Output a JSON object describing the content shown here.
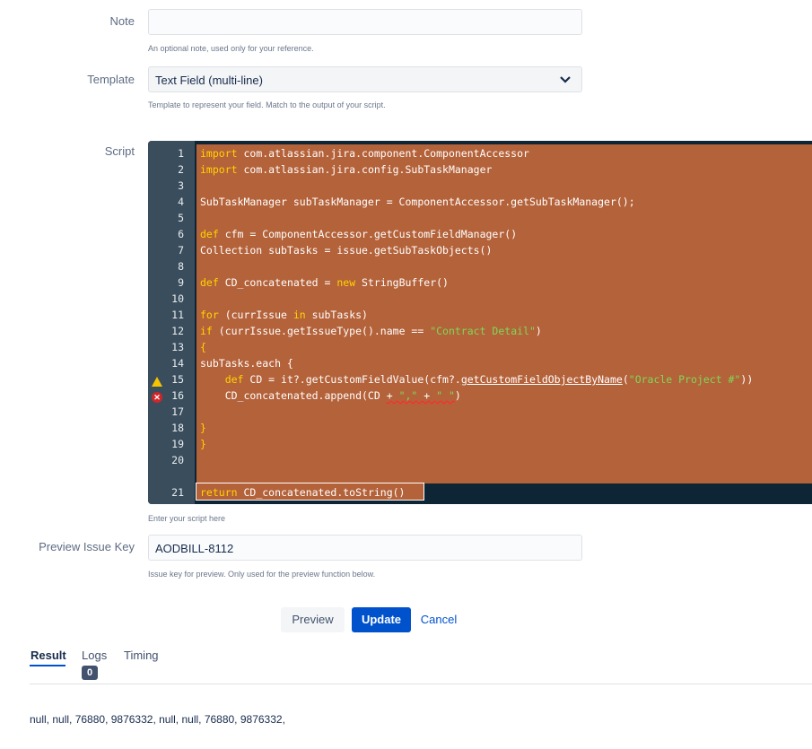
{
  "note": {
    "label": "Note",
    "value": "",
    "help": "An optional note, used only for your reference."
  },
  "template": {
    "label": "Template",
    "selected": "Text Field (multi-line)",
    "help": "Template to represent your field. Match to the output of your script."
  },
  "script": {
    "label": "Script",
    "help": "Enter your script here",
    "line_numbers": [
      "1",
      "2",
      "3",
      "4",
      "5",
      "6",
      "7",
      "8",
      "9",
      "10",
      "11",
      "12",
      "13",
      "14",
      "15",
      "16",
      "17",
      "18",
      "19",
      "20",
      "21"
    ]
  },
  "preview_issue": {
    "label": "Preview Issue Key",
    "value": "AODBILL-8112",
    "help": "Issue key for preview. Only used for the preview function below."
  },
  "buttons": {
    "preview": "Preview",
    "update": "Update",
    "cancel": "Cancel"
  },
  "tabs": {
    "result": "Result",
    "logs": "Logs",
    "logs_count": "0",
    "timing": "Timing"
  },
  "result_output": "null, null, 76880, 9876332, null, null, 76880, 9876332,",
  "colors": {
    "primary_button": "#0052cc",
    "link": "#0052cc",
    "editor_bg": "#0d2535",
    "selection": "#b4623a",
    "keyword": "#ffd400",
    "string": "#7ed957"
  }
}
